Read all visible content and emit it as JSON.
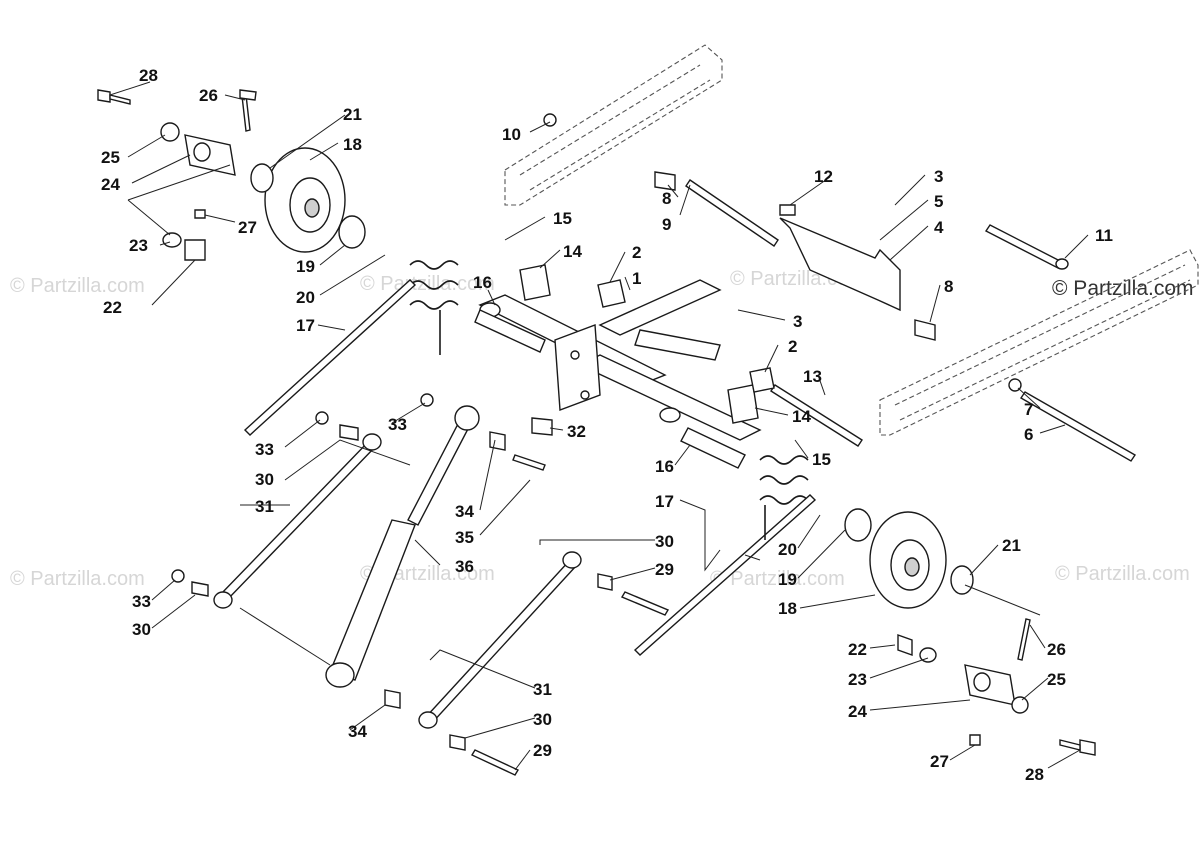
{
  "watermark": {
    "main": "© Partzilla.com",
    "faint": "© Partzilla.com"
  },
  "callouts": [
    {
      "id": "c28a",
      "label": "28"
    },
    {
      "id": "c26a",
      "label": "26"
    },
    {
      "id": "c21a",
      "label": "21"
    },
    {
      "id": "c18a",
      "label": "18"
    },
    {
      "id": "c25a",
      "label": "25"
    },
    {
      "id": "c24a",
      "label": "24"
    },
    {
      "id": "c27a",
      "label": "27"
    },
    {
      "id": "c23a",
      "label": "23"
    },
    {
      "id": "c22a",
      "label": "22"
    },
    {
      "id": "c19a",
      "label": "19"
    },
    {
      "id": "c20a",
      "label": "20"
    },
    {
      "id": "c17a",
      "label": "17"
    },
    {
      "id": "c10",
      "label": "10"
    },
    {
      "id": "c8a",
      "label": "8"
    },
    {
      "id": "c9",
      "label": "9"
    },
    {
      "id": "c15a",
      "label": "15"
    },
    {
      "id": "c14a",
      "label": "14"
    },
    {
      "id": "c2a",
      "label": "2"
    },
    {
      "id": "c1",
      "label": "1"
    },
    {
      "id": "c16a",
      "label": "16"
    },
    {
      "id": "c12",
      "label": "12"
    },
    {
      "id": "c3a",
      "label": "3"
    },
    {
      "id": "c5",
      "label": "5"
    },
    {
      "id": "c4",
      "label": "4"
    },
    {
      "id": "c11",
      "label": "11"
    },
    {
      "id": "c8b",
      "label": "8"
    },
    {
      "id": "c3b",
      "label": "3"
    },
    {
      "id": "c2b",
      "label": "2"
    },
    {
      "id": "c13",
      "label": "13"
    },
    {
      "id": "c14b",
      "label": "14"
    },
    {
      "id": "c7",
      "label": "7"
    },
    {
      "id": "c6",
      "label": "6"
    },
    {
      "id": "c15b",
      "label": "15"
    },
    {
      "id": "c32",
      "label": "32"
    },
    {
      "id": "c33a",
      "label": "33"
    },
    {
      "id": "c33b",
      "label": "33"
    },
    {
      "id": "c30a",
      "label": "30"
    },
    {
      "id": "c34a",
      "label": "34"
    },
    {
      "id": "c35",
      "label": "35"
    },
    {
      "id": "c31a",
      "label": "31"
    },
    {
      "id": "c36",
      "label": "36"
    },
    {
      "id": "c16b",
      "label": "16"
    },
    {
      "id": "c17b",
      "label": "17"
    },
    {
      "id": "c30b",
      "label": "30"
    },
    {
      "id": "c29a",
      "label": "29"
    },
    {
      "id": "c20b",
      "label": "20"
    },
    {
      "id": "c19b",
      "label": "19"
    },
    {
      "id": "c18b",
      "label": "18"
    },
    {
      "id": "c21b",
      "label": "21"
    },
    {
      "id": "c33c",
      "label": "33"
    },
    {
      "id": "c30c",
      "label": "30"
    },
    {
      "id": "c31b",
      "label": "31"
    },
    {
      "id": "c34b",
      "label": "34"
    },
    {
      "id": "c30d",
      "label": "30"
    },
    {
      "id": "c29b",
      "label": "29"
    },
    {
      "id": "c22b",
      "label": "22"
    },
    {
      "id": "c26b",
      "label": "26"
    },
    {
      "id": "c23b",
      "label": "23"
    },
    {
      "id": "c25b",
      "label": "25"
    },
    {
      "id": "c24b",
      "label": "24"
    },
    {
      "id": "c27b",
      "label": "27"
    },
    {
      "id": "c28b",
      "label": "28"
    }
  ]
}
